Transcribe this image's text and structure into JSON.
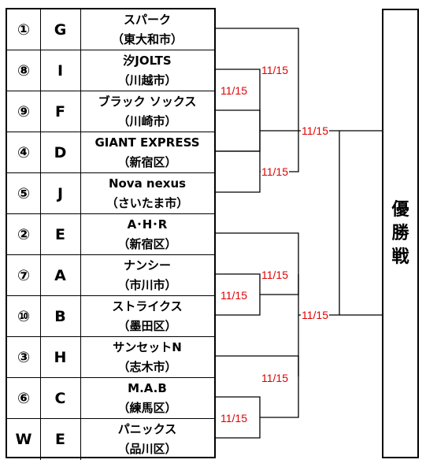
{
  "teams": [
    {
      "seed": "①",
      "letter": "G",
      "name": "スパーク",
      "area": "（東大和市）"
    },
    {
      "seed": "⑧",
      "letter": "I",
      "name": "汐JOLTS",
      "area": "（川越市）"
    },
    {
      "seed": "⑨",
      "letter": "F",
      "name": "ブラック ソックス",
      "area": "（川崎市）"
    },
    {
      "seed": "④",
      "letter": "D",
      "name": "GIANT EXPRESS",
      "area": "（新宿区）"
    },
    {
      "seed": "⑤",
      "letter": "J",
      "name": "Nova nexus",
      "area": "（さいたま市）"
    },
    {
      "seed": "②",
      "letter": "E",
      "name": "A･H･R",
      "area": "（新宿区）"
    },
    {
      "seed": "⑦",
      "letter": "A",
      "name": "ナンシー",
      "area": "（市川市）"
    },
    {
      "seed": "⑩",
      "letter": "B",
      "name": "ストライクス",
      "area": "（墨田区）"
    },
    {
      "seed": "③",
      "letter": "H",
      "name": "サンセットN",
      "area": "（志木市）"
    },
    {
      "seed": "⑥",
      "letter": "C",
      "name": "M.A.B",
      "area": "（練馬区）"
    },
    {
      "seed": "W",
      "letter": "E",
      "name": "パニックス",
      "area": "（品川区）"
    }
  ],
  "final_label": [
    "優",
    "勝",
    "戦"
  ],
  "matches": [
    {
      "id": "r1-top",
      "date": "11/15"
    },
    {
      "id": "qf-1",
      "date": "11/15"
    },
    {
      "id": "qf-2",
      "date": "11/15"
    },
    {
      "id": "sf-1",
      "date": "11/15"
    },
    {
      "id": "r1-mid",
      "date": "11/15"
    },
    {
      "id": "qf-3",
      "date": "11/15"
    },
    {
      "id": "sf-2",
      "date": "11/15"
    },
    {
      "id": "r1-bottom",
      "date": "11/15"
    },
    {
      "id": "qf-4",
      "date": "11/15"
    }
  ],
  "colors": {
    "score": "#e00000",
    "line": "#000000"
  }
}
